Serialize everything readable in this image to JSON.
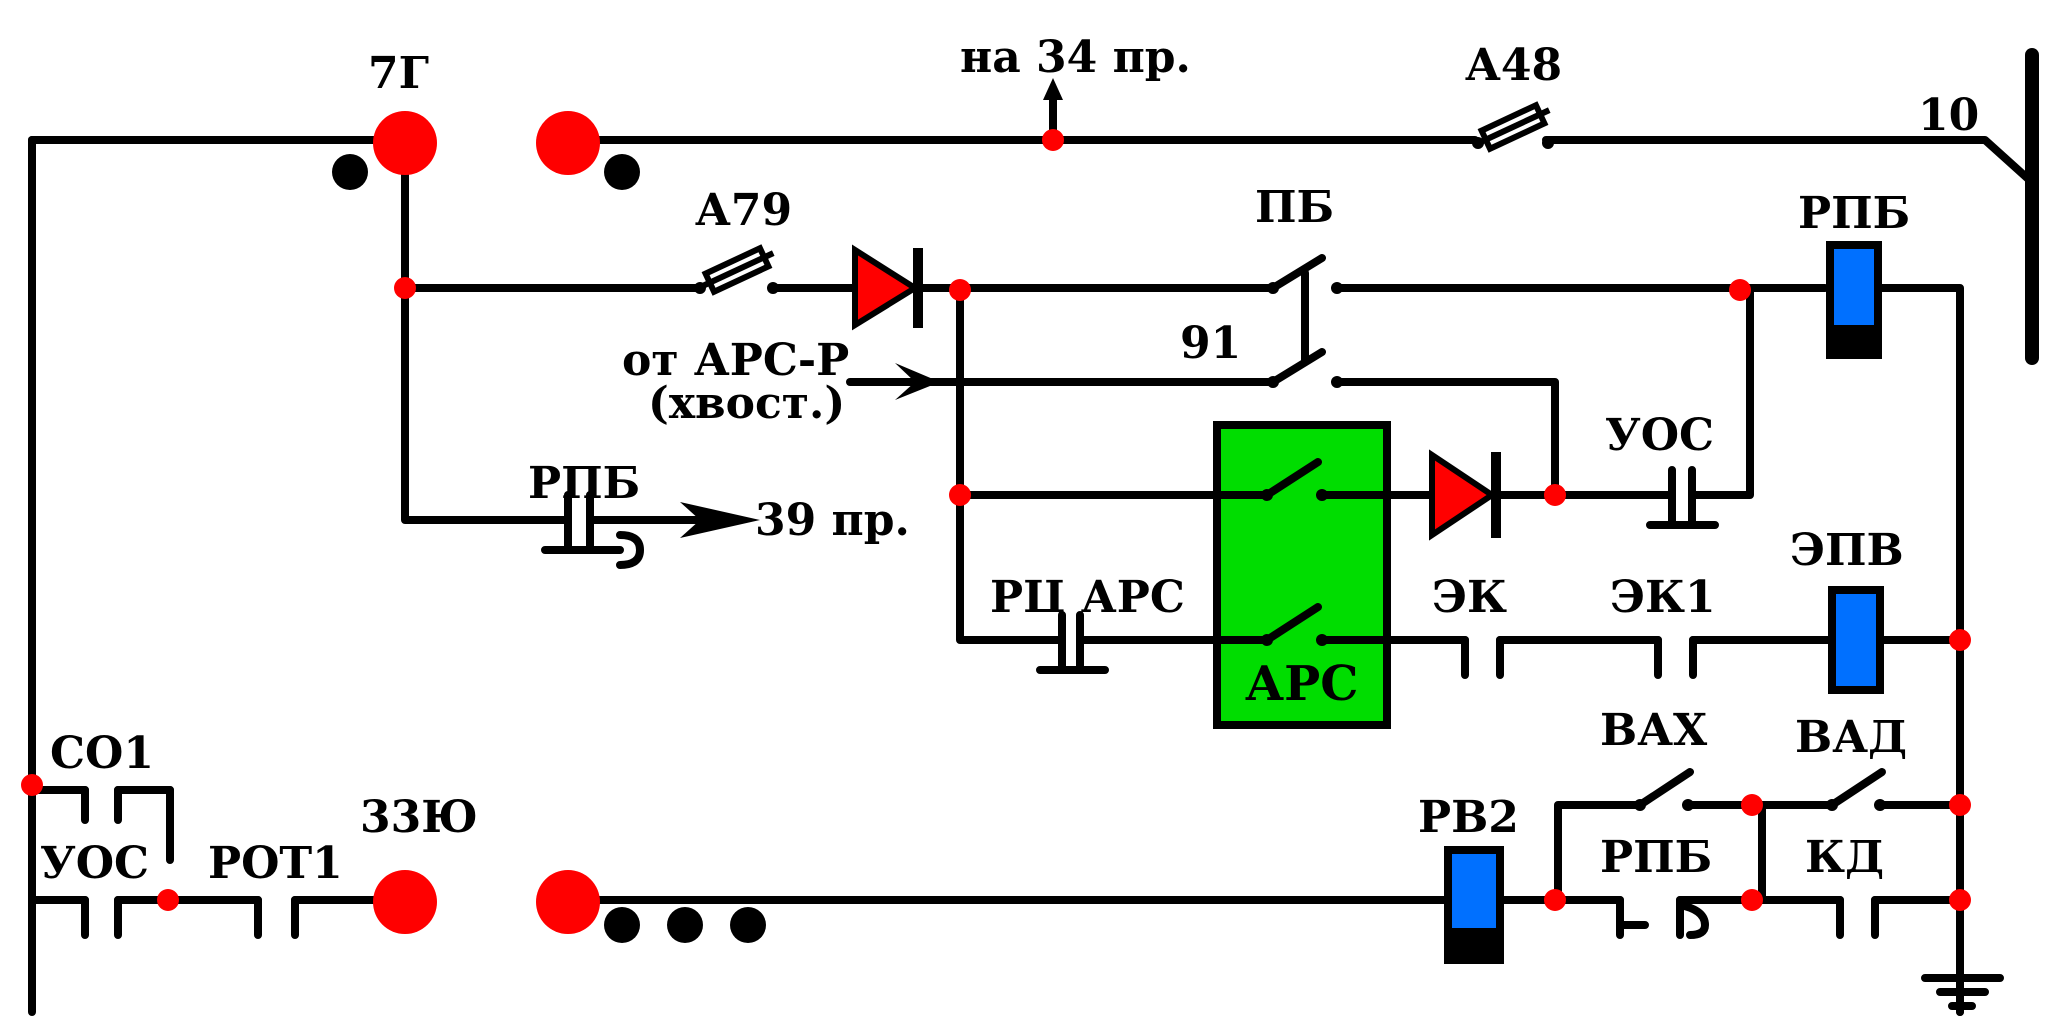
{
  "colors": {
    "wire": "#000000",
    "terminal": "#ff0000",
    "coil": "#0070ff",
    "block": "#00dd00",
    "diode": "#ff0000"
  },
  "labels": {
    "terminal_7g": "7Г",
    "to_34": "на 34 пр.",
    "fuse_a48": "А48",
    "bus_10": "10",
    "fuse_a79": "А79",
    "switch_pb": "ПБ",
    "coil_rpb": "РПБ",
    "switch_91": "91",
    "from_ars_1": "от АРС-Р",
    "from_ars_2": "(хвост.)",
    "contact_uos_mid": "УОС",
    "contact_rpb_left": "РПБ",
    "to_39": "39 пр.",
    "coil_epv": "ЭПВ",
    "contact_rc_ars": "РЦ АРС",
    "contact_ek": "ЭК",
    "contact_ek1": "ЭК1",
    "block_ars": "АРС",
    "contact_co1": "СО1",
    "contact_uos_low": "УОС",
    "contact_rot1": "РОТ1",
    "terminal_33yu": "33Ю",
    "coil_rv2": "РВ2",
    "switch_vax": "ВАХ",
    "switch_vad": "ВАД",
    "contact_rpb_low": "РПБ",
    "contact_kd": "КД"
  }
}
